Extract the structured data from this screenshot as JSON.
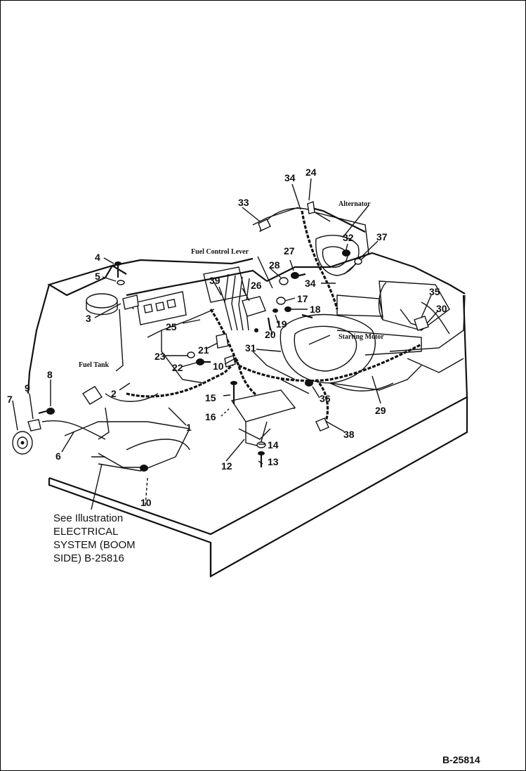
{
  "drawing_number": "B-25814",
  "note": {
    "line1": "See Illustration",
    "line2": "ELECTRICAL",
    "line3": "SYSTEM (BOOM",
    "line4": "SIDE) B-25816"
  },
  "part_labels": {
    "alternator": "Alternator",
    "fuel_control_lever": "Fuel Control Lever",
    "fuel_tank": "Fuel Tank",
    "starting_motor": "Starting Motor"
  },
  "callouts": {
    "c1": "1",
    "c2": "2",
    "c3": "3",
    "c4": "4",
    "c5": "5",
    "c6": "6",
    "c7": "7",
    "c8": "8",
    "c9": "9",
    "c10": "10",
    "c10b": "10",
    "c12": "12",
    "c13": "13",
    "c14": "14",
    "c15": "15",
    "c16": "16",
    "c17": "17",
    "c18": "18",
    "c19": "19",
    "c20": "20",
    "c21": "21",
    "c22": "22",
    "c23": "23",
    "c24": "24",
    "c25": "25",
    "c26": "26",
    "c27": "27",
    "c28": "28",
    "c29": "29",
    "c30": "30",
    "c31": "31",
    "c32": "32",
    "c33": "33",
    "c34": "34",
    "c34b": "34",
    "c35": "35",
    "c36": "36",
    "c37": "37",
    "c38": "38",
    "c39": "39"
  }
}
